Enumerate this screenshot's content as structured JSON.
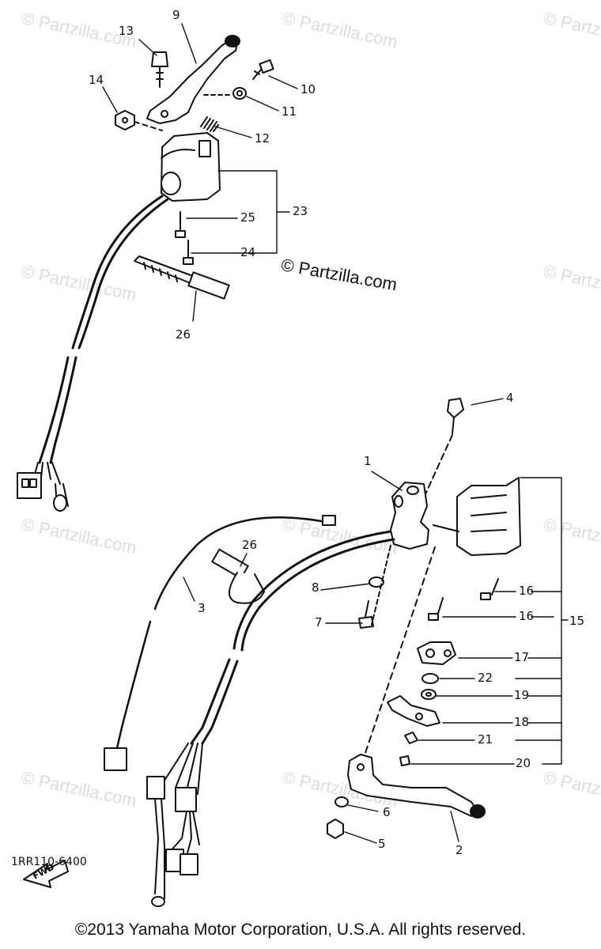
{
  "watermark": "© Partzilla.com",
  "site_mark": "© Partzilla.com",
  "fwd_label": "FWD",
  "drawing_code": "1RR110-6400",
  "copyright": "©2013 Yamaha Motor Corporation, U.S.A. All rights reserved.",
  "callouts": {
    "c1": "1",
    "c2": "2",
    "c3": "3",
    "c4": "4",
    "c5": "5",
    "c6": "6",
    "c7": "7",
    "c8": "8",
    "c9": "9",
    "c10": "10",
    "c11": "11",
    "c12": "12",
    "c13": "13",
    "c14": "14",
    "c15": "15",
    "c16a": "16",
    "c16b": "16",
    "c17": "17",
    "c18": "18",
    "c19": "19",
    "c20": "20",
    "c21": "21",
    "c22": "22",
    "c23": "23",
    "c24": "24",
    "c25": "25",
    "c26a": "26",
    "c26b": "26"
  }
}
